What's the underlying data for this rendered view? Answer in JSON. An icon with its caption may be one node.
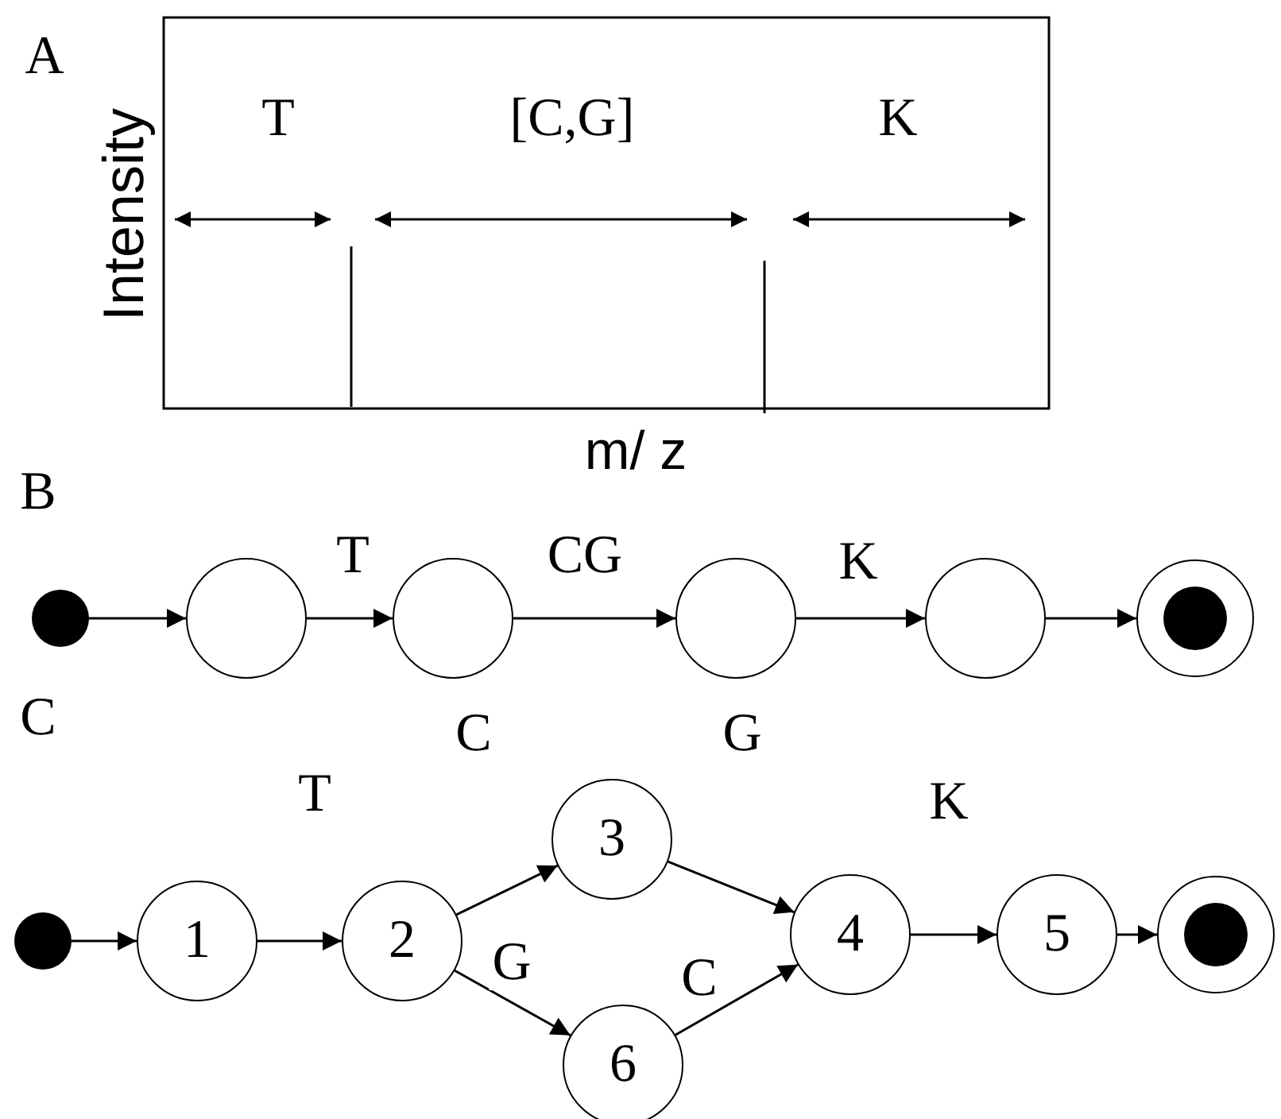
{
  "diagram": {
    "nodes": [
      {
        "text": [],
        "shape": "dot"
      },
      {
        "text": [],
        "shape": "circle"
      },
      {
        "text": [],
        "shape": "circle"
      },
      {
        "text": [],
        "shape": "circle"
      },
      {
        "text": [],
        "shape": "circle"
      },
      {
        "text": [],
        "shape": "bullseye"
      },
      {
        "text": [],
        "shape": "dot"
      },
      {
        "text": [
          "1"
        ]
      },
      {
        "text": [
          "2"
        ]
      },
      {
        "text": [
          "3"
        ]
      },
      {
        "text": [
          "6"
        ]
      },
      {
        "text": [
          "4"
        ]
      },
      {
        "text": [
          "5"
        ]
      },
      {
        "text": [],
        "shape": "bullseye"
      }
    ],
    "edges": [
      {
        "from": 0,
        "to": 1,
        "arrow": "to"
      },
      {
        "from": 1,
        "to": 2,
        "arrow": "to",
        "label": "T"
      },
      {
        "from": 2,
        "to": 3,
        "arrow": "to",
        "label": "CG"
      },
      {
        "from": 3,
        "to": 4,
        "arrow": "to",
        "label": "K"
      },
      {
        "from": 4,
        "to": 5,
        "arrow": "to"
      },
      {
        "from": 6,
        "to": 7,
        "arrow": "to"
      },
      {
        "from": 7,
        "to": 8,
        "arrow": "to",
        "label": "T"
      },
      {
        "from": 8,
        "to": 9,
        "arrow": "to",
        "label": "C"
      },
      {
        "from": 8,
        "to": 10,
        "arrow": "to",
        "label": "G"
      },
      {
        "from": 9,
        "to": 11,
        "arrow": "to",
        "label": "G"
      },
      {
        "from": 10,
        "to": 11,
        "arrow": "to",
        "label": "C"
      },
      {
        "from": 11,
        "to": 12,
        "arrow": "to",
        "label": "K"
      },
      {
        "from": 12,
        "to": 13,
        "arrow": "to"
      }
    ],
    "labels": [
      "A",
      "Intensity",
      "T",
      "[C,G]",
      "K",
      "m/ z",
      "B",
      "C"
    ]
  }
}
